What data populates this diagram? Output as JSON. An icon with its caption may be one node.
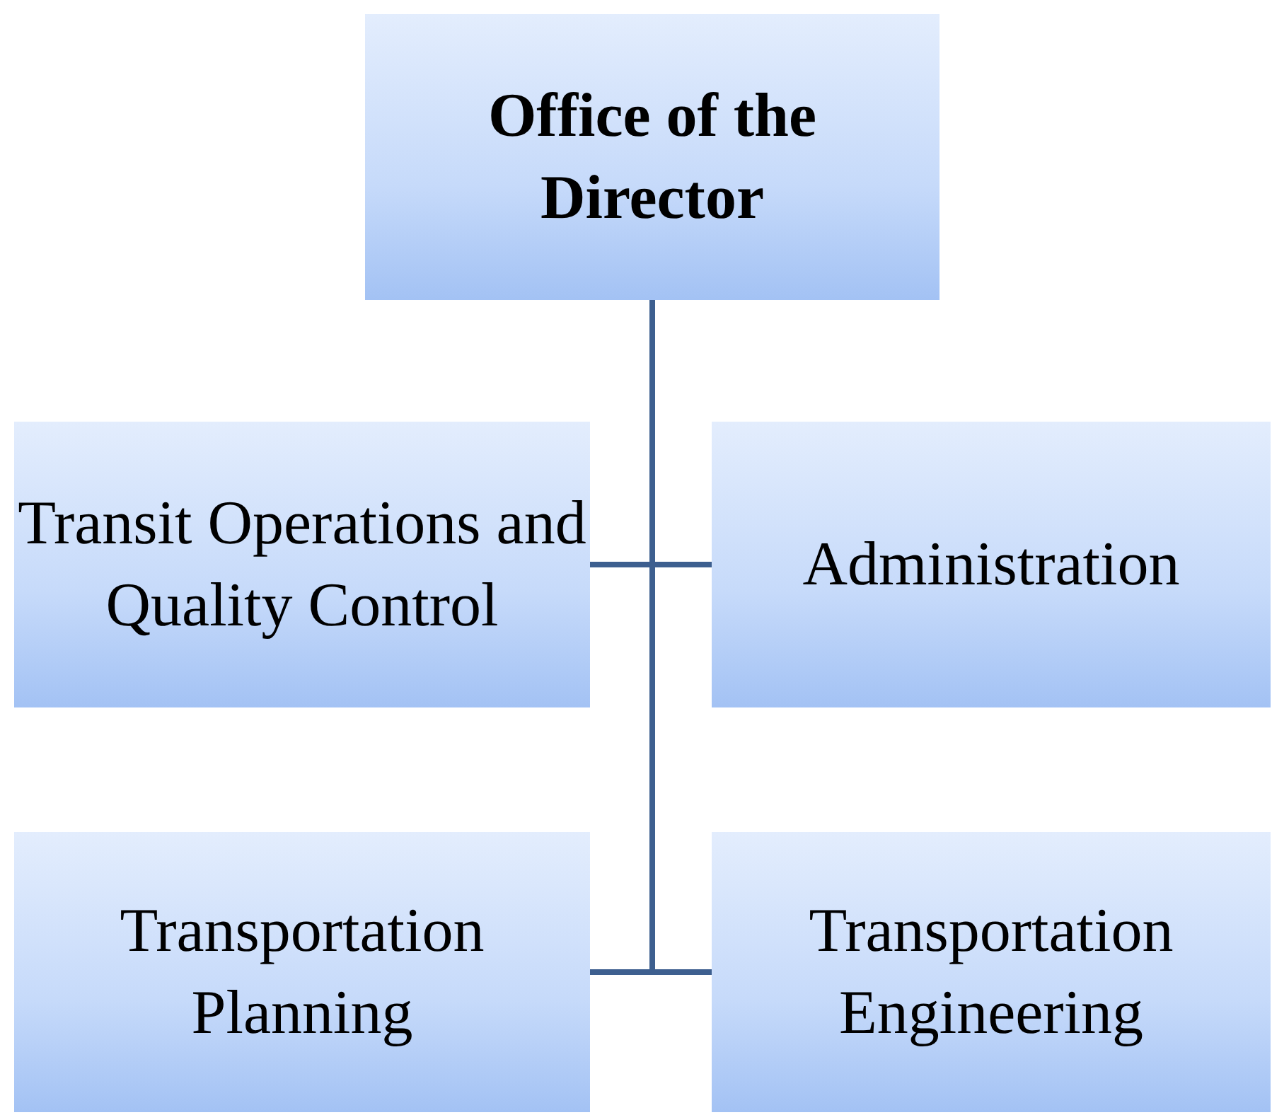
{
  "diagram": {
    "nodes": [
      {
        "text": [
          "Office of the Director"
        ]
      },
      {
        "text": [
          "Transit Operations and Quality Control"
        ]
      },
      {
        "text": [
          "Administration"
        ]
      },
      {
        "text": [
          "Transportation Planning"
        ]
      },
      {
        "text": [
          "Transportation Engineering"
        ]
      }
    ],
    "edges": [
      {
        "from": 0,
        "to": 1,
        "arrow": "none"
      },
      {
        "from": 0,
        "to": 2,
        "arrow": "none"
      },
      {
        "from": 0,
        "to": 3,
        "arrow": "none"
      },
      {
        "from": 0,
        "to": 4,
        "arrow": "none"
      }
    ]
  }
}
